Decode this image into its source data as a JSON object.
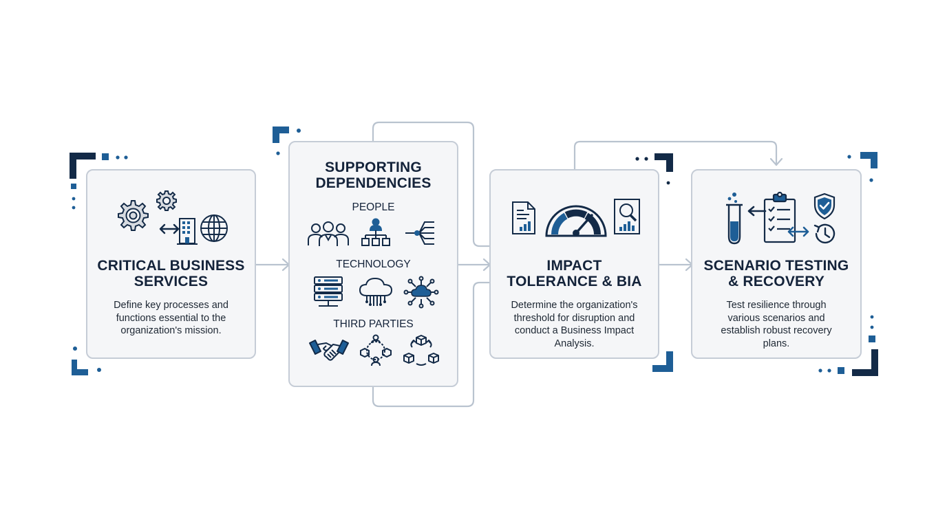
{
  "colors": {
    "navy": "#132a47",
    "accent_blue": "#1e5e96",
    "card_fill": "#f5f6f8",
    "card_border": "#c5ccd6",
    "connector": "#b9c3cf",
    "icon_gray": "#7f8a97"
  },
  "steps": [
    {
      "title_lines": [
        "CRITICAL BUSINESS",
        "SERVICES"
      ],
      "description_lines": [
        "Define key processes and",
        "functions essential to the",
        "organization's mission."
      ],
      "icons": [
        "gears-icon",
        "bidirectional-arrow-icon",
        "office-building-icon",
        "globe-icon"
      ]
    },
    {
      "title_lines": [
        "SUPPORTING",
        "DEPENDENCIES"
      ],
      "groups": [
        {
          "label": "PEOPLE",
          "icons": [
            "team-people-icon",
            "org-chart-icon",
            "network-branch-icon"
          ]
        },
        {
          "label": "TECHNOLOGY",
          "icons": [
            "server-rack-icon",
            "cloud-circuit-icon",
            "cloud-network-icon"
          ]
        },
        {
          "label": "THIRD PARTIES",
          "icons": [
            "handshake-icon",
            "supplier-network-icon",
            "supply-chain-cycle-icon"
          ]
        }
      ]
    },
    {
      "title_lines": [
        "IMPACT",
        "TOLERANCE & BIA"
      ],
      "description_lines": [
        "Determine the organization's",
        "threshold for disruption and",
        "conduct a Business Impact",
        "Analysis."
      ],
      "icons": [
        "report-document-icon",
        "speedometer-gauge-icon",
        "analysis-magnifier-icon"
      ]
    },
    {
      "title_lines": [
        "SCENARIO TESTING",
        "& RECOVERY"
      ],
      "description_lines": [
        "Test resilience through",
        "various scenarios and",
        "establish robust recovery",
        "plans."
      ],
      "icons": [
        "test-tube-icon",
        "checklist-clipboard-icon",
        "shield-check-icon",
        "history-clock-icon"
      ]
    }
  ]
}
